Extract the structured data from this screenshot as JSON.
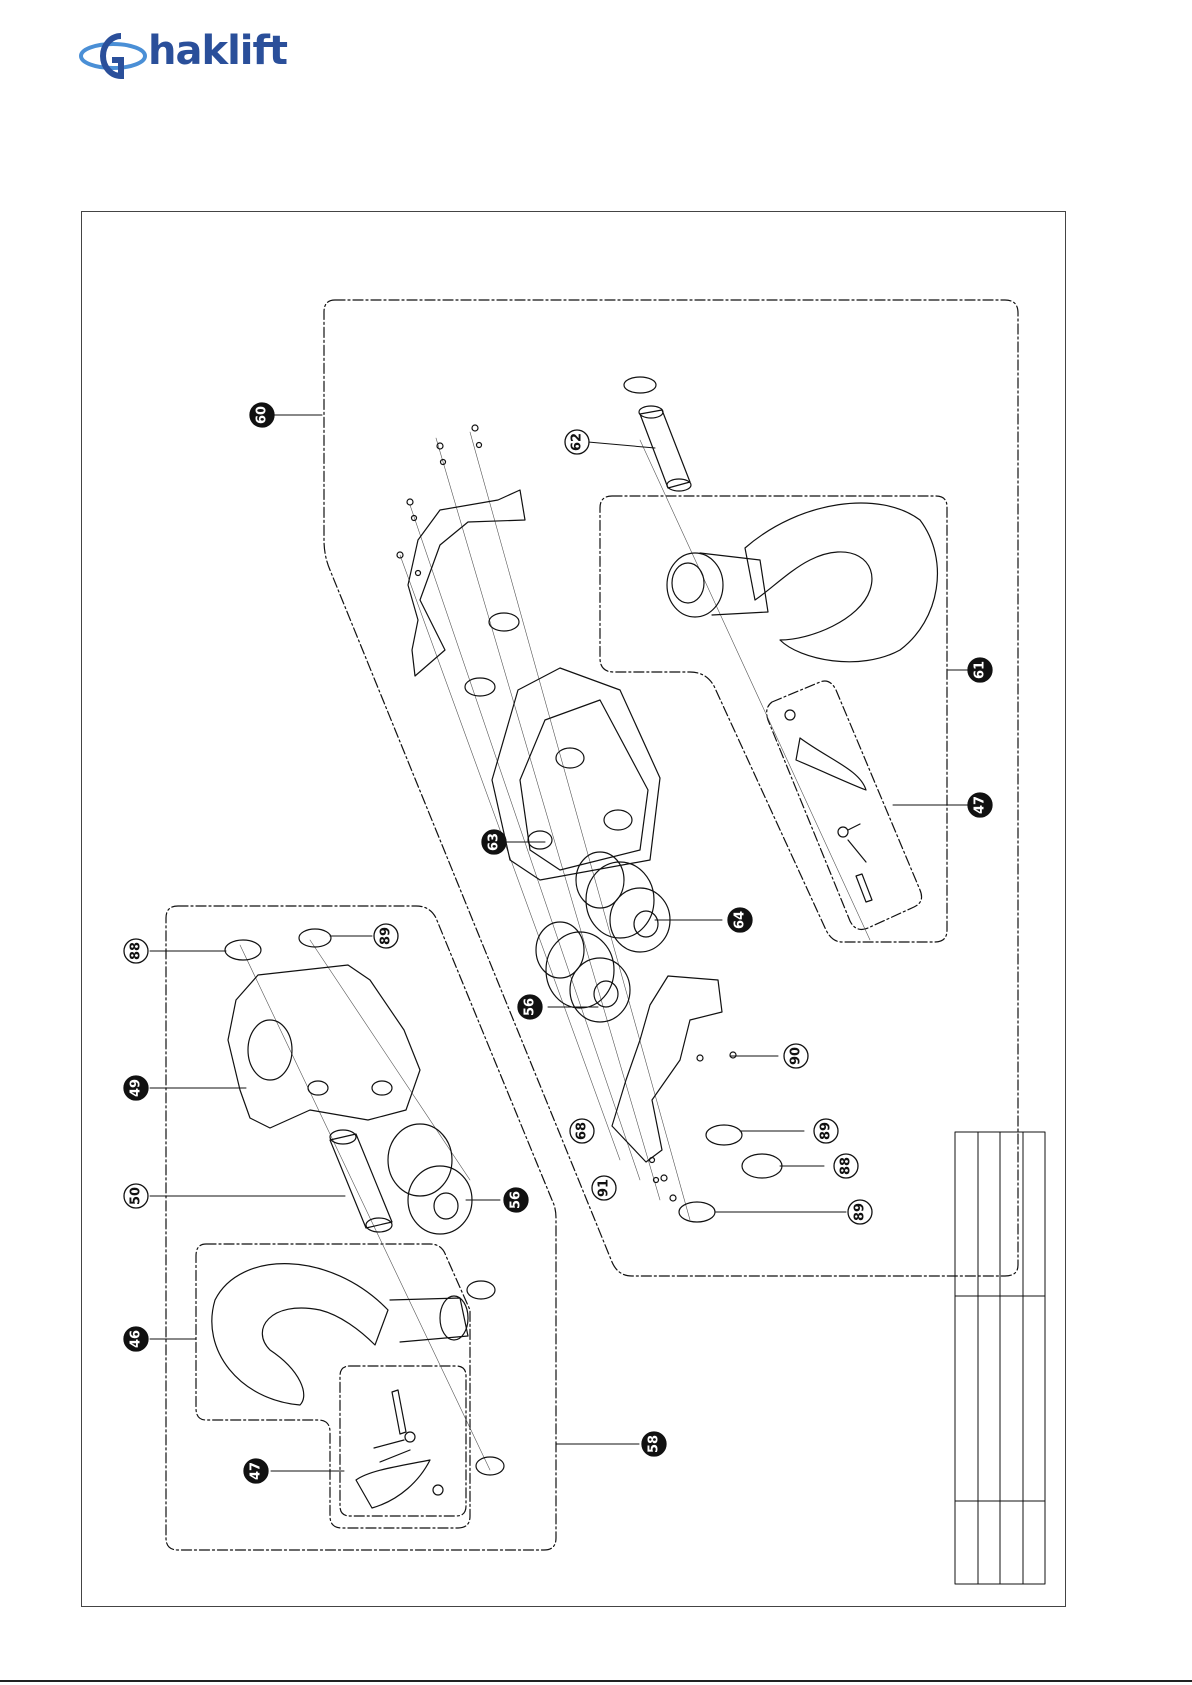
{
  "brand": {
    "name": "haklift",
    "color": "#2a4f9a",
    "logo_accent": "#4a8fd6"
  },
  "callouts": [
    {
      "id": "c60",
      "label": "60",
      "style": "filled"
    },
    {
      "id": "c62",
      "label": "62",
      "style": "outline"
    },
    {
      "id": "c61",
      "label": "61",
      "style": "filled"
    },
    {
      "id": "c47a",
      "label": "47",
      "style": "filled"
    },
    {
      "id": "c63",
      "label": "63",
      "style": "filled"
    },
    {
      "id": "c64",
      "label": "64",
      "style": "filled"
    },
    {
      "id": "c56a",
      "label": "56",
      "style": "filled"
    },
    {
      "id": "c90",
      "label": "90",
      "style": "outline"
    },
    {
      "id": "c68",
      "label": "68",
      "style": "outline"
    },
    {
      "id": "c89a",
      "label": "89",
      "style": "outline"
    },
    {
      "id": "c88a",
      "label": "88",
      "style": "outline"
    },
    {
      "id": "c91",
      "label": "91",
      "style": "outline"
    },
    {
      "id": "c89b",
      "label": "89",
      "style": "outline"
    },
    {
      "id": "c88b",
      "label": "88",
      "style": "outline"
    },
    {
      "id": "c89c",
      "label": "89",
      "style": "outline"
    },
    {
      "id": "c49",
      "label": "49",
      "style": "filled"
    },
    {
      "id": "c50",
      "label": "50",
      "style": "outline"
    },
    {
      "id": "c56b",
      "label": "56",
      "style": "filled"
    },
    {
      "id": "c46",
      "label": "46",
      "style": "filled"
    },
    {
      "id": "c47b",
      "label": "47",
      "style": "filled"
    },
    {
      "id": "c58",
      "label": "58",
      "style": "filled"
    }
  ]
}
